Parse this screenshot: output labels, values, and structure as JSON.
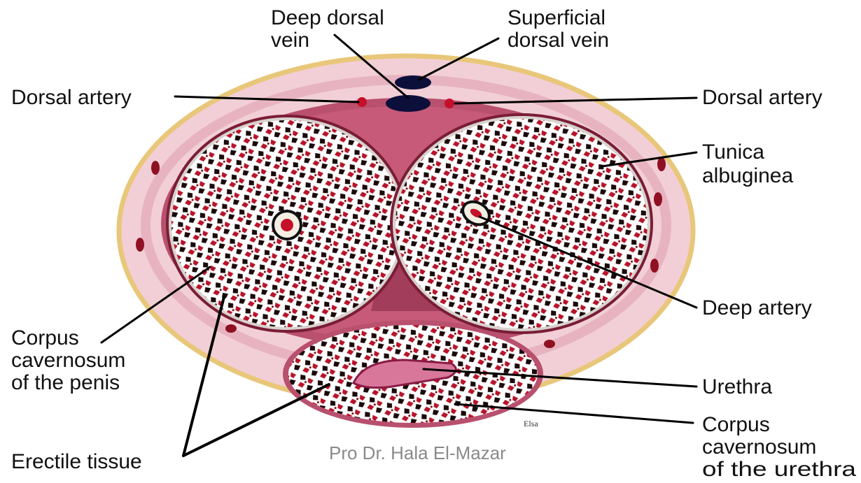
{
  "labels": {
    "deep_dorsal_vein": [
      "Deep dorsal",
      "vein"
    ],
    "superficial_dorsal_vein": [
      "Superficial",
      "dorsal vein"
    ],
    "dorsal_artery_left": "Dorsal artery",
    "dorsal_artery_right": "Dorsal artery",
    "tunica_albuginea": [
      "Tunica",
      "albuginea"
    ],
    "deep_artery": "Deep artery",
    "corpus_cavernosum_penis": [
      "Corpus",
      "cavernosum",
      "of the penis"
    ],
    "urethra": "Urethra",
    "corpus_cavernosum_urethra": [
      "Corpus",
      "cavernosum",
      "of the urethra"
    ],
    "erectile_tissue": "Erectile tissue"
  },
  "credit": "Pro Dr. Hala El-Mazar",
  "artist_mark": "Elsa",
  "colors": {
    "skin_outline": "#e8c77a",
    "skin_fill": "#f2cfd6",
    "fascia": "#b8506e",
    "tissue_fill": "#ffffff",
    "sinus_dark": "#1a0a0a",
    "sinus_red": "#b8142a",
    "vein": "#0c0f3a",
    "urethra_lumen": "#d8779a"
  }
}
